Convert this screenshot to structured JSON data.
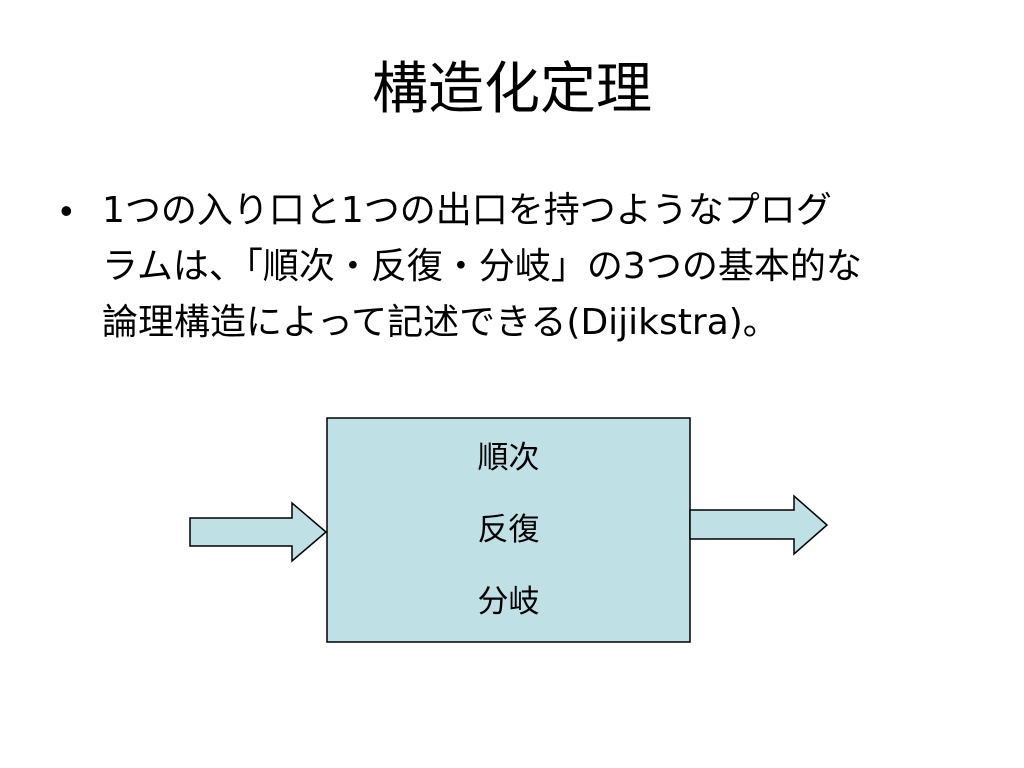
{
  "slide": {
    "title": "構造化定理",
    "bullets": [
      {
        "marker": "•",
        "lines": [
          "1つの入り口と1つの出口を持つようなプログ",
          "ラムは、「順次・反復・分岐」の3つの基本的な",
          "論理構造によって記述できる(Dijikstra)。"
        ]
      }
    ]
  },
  "diagram": {
    "box_labels": [
      "順次",
      "反復",
      "分岐"
    ],
    "box_fill": "#bfe0e4",
    "arrow_fill": "#bfe0e4",
    "stroke": "#000000"
  }
}
